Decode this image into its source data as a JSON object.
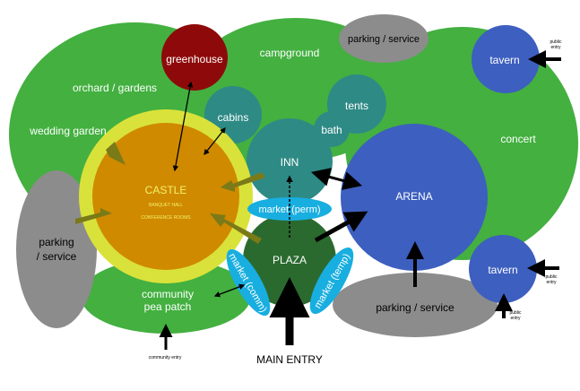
{
  "labels": {
    "greenhouse": "greenhouse",
    "campground": "campground",
    "parking_top": "parking / service",
    "tavern_top": "tavern",
    "public_entry_top_1": "public",
    "public_entry_top_2": "entry",
    "orchard": "orchard / gardens",
    "cabins": "cabins",
    "tents": "tents",
    "bath": "bath",
    "wedding_garden": "wedding garden",
    "concert": "concert",
    "inn": "INN",
    "castle": "CASTLE",
    "banquet_hall": "BANQUET HALL",
    "conference_rooms": "CONFERENCE ROOMS",
    "arena": "ARENA",
    "market_perm": "market (perm)",
    "parking_left_1": "parking",
    "parking_left_2": "/ service",
    "plaza": "PLAZA",
    "market_comm": "market (comm)",
    "market_temp": "market (temp)",
    "tavern_right": "tavern",
    "public_entry_right_1": "public",
    "public_entry_right_2": "entry",
    "public_entry_bottom_1": "public",
    "public_entry_bottom_2": "entry",
    "community_1": "community",
    "community_2": "pea patch",
    "parking_bottom": "parking / service",
    "community_entry": "community entry",
    "main_entry": "MAIN ENTRY"
  },
  "colors": {
    "green": "#43b040",
    "dark_green": "#2b6a2f",
    "teal": "#2e8a85",
    "gray": "#8c8c8c",
    "dark_red": "#8e0a0a",
    "blue": "#3d5fbf",
    "orange": "#cf8a00",
    "yellow_halo": "#d9e23a",
    "cyan": "#18aee0",
    "olive_arrow": "#7a7a18",
    "black": "#000000"
  }
}
